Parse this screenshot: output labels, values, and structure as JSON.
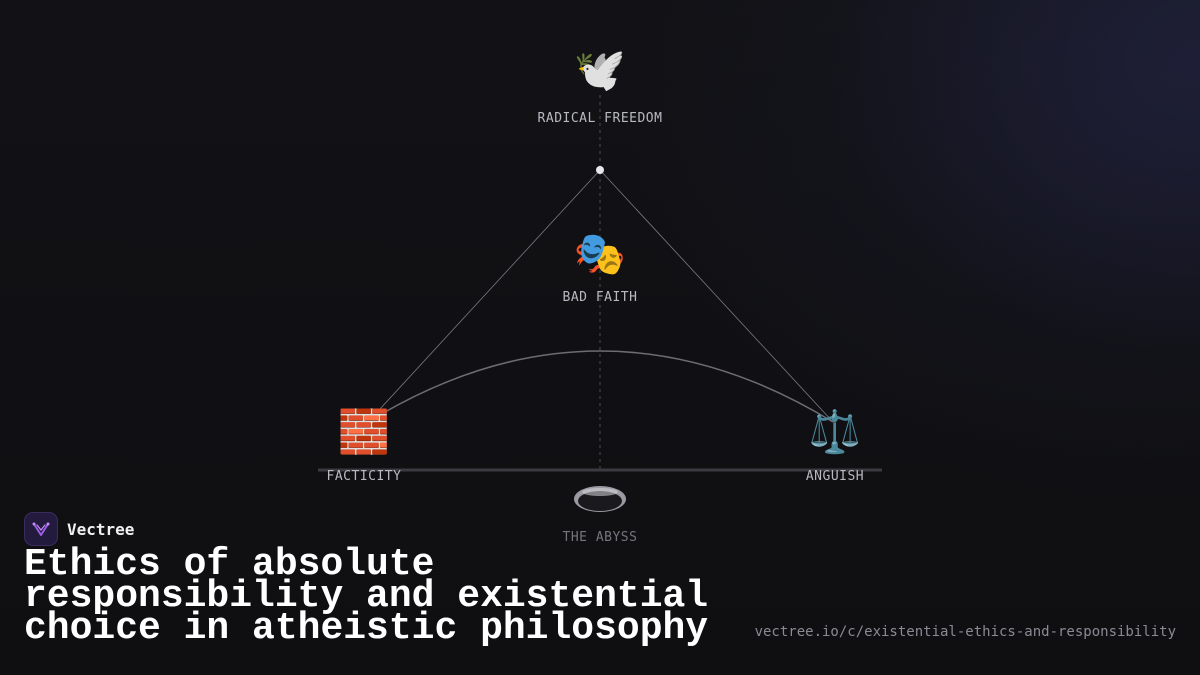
{
  "nodes": {
    "freedom": {
      "icon": "dove-icon",
      "glyph": "🕊️",
      "label": "RADICAL FREEDOM"
    },
    "bad_faith": {
      "icon": "theater-masks-icon",
      "glyph": "🎭",
      "label": "BAD FAITH"
    },
    "facticity": {
      "icon": "brick-wall-icon",
      "glyph": "🧱",
      "label": "FACTICITY"
    },
    "anguish": {
      "icon": "balance-scale-icon",
      "glyph": "⚖️",
      "label": "ANGUISH"
    },
    "abyss": {
      "icon": "abyss-hole-icon",
      "label": "THE ABYSS"
    }
  },
  "brand": {
    "name": "Vectree",
    "logo": "vectree-logo-icon",
    "accent": "#9b5de5"
  },
  "title": "Ethics of absolute responsibility and existential choice in atheistic philosophy",
  "url": "vectree.io/c/existential-ethics-and-responsibility"
}
